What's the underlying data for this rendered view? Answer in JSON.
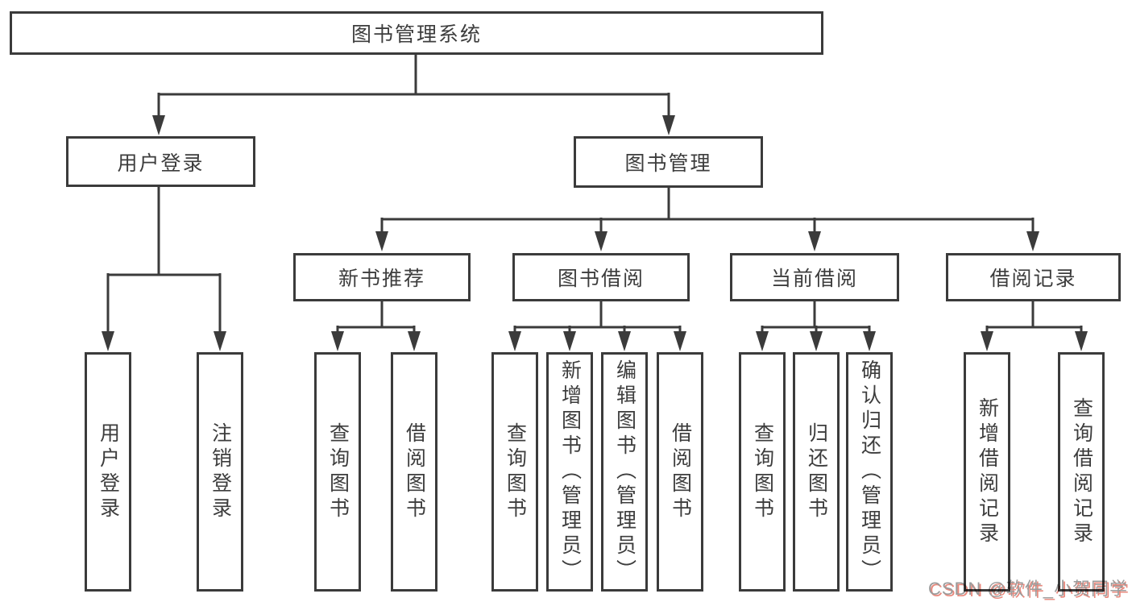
{
  "diagram": {
    "root": {
      "label": "图书管理系统",
      "children": [
        {
          "label": "用户登录",
          "children": [
            {
              "label": "用户登录"
            },
            {
              "label": "注销登录"
            }
          ]
        },
        {
          "label": "图书管理",
          "children": [
            {
              "label": "新书推荐",
              "children": [
                {
                  "label": "查询图书"
                },
                {
                  "label": "借阅图书"
                }
              ]
            },
            {
              "label": "图书借阅",
              "children": [
                {
                  "label": "查询图书"
                },
                {
                  "label": "新增图书（管理员）"
                },
                {
                  "label": "编辑图书（管理员）"
                },
                {
                  "label": "借阅图书"
                }
              ]
            },
            {
              "label": "当前借阅",
              "children": [
                {
                  "label": "查询图书"
                },
                {
                  "label": "归还图书"
                },
                {
                  "label": "确认归还（管理员）"
                }
              ]
            },
            {
              "label": "借阅记录",
              "children": [
                {
                  "label": "新增借阅记录"
                },
                {
                  "label": "查询借阅记录"
                }
              ]
            }
          ]
        }
      ]
    }
  },
  "watermark": {
    "text": "CSDN @软件_小贺同学"
  },
  "colors": {
    "line": "#3b3b3b",
    "text": "#3d3d3d",
    "background": "#ffffff",
    "watermark": "#9b9b9b",
    "watermark_shadow": "#e8887c"
  }
}
